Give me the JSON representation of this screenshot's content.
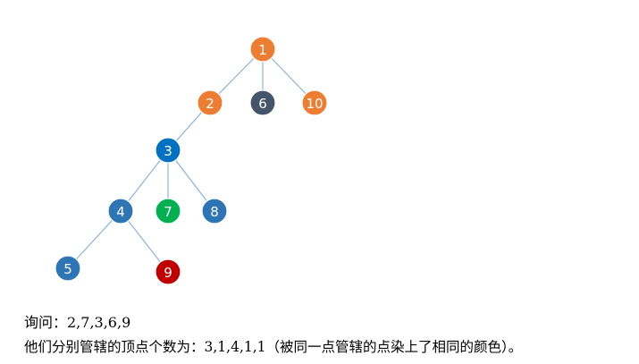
{
  "colors": {
    "orange": "#ed7d31",
    "slate": "#44546a",
    "blue": "#2e75b6",
    "deep_blue": "#0070c0",
    "green": "#00b050",
    "red": "#c00000",
    "edge": "#8ab3d8"
  },
  "tree": {
    "nodes": [
      {
        "id": "1",
        "label": "1",
        "color": "orange"
      },
      {
        "id": "2",
        "label": "2",
        "color": "orange"
      },
      {
        "id": "6",
        "label": "6",
        "color": "slate"
      },
      {
        "id": "10",
        "label": "10",
        "color": "orange"
      },
      {
        "id": "3",
        "label": "3",
        "color": "deep_blue"
      },
      {
        "id": "4",
        "label": "4",
        "color": "blue"
      },
      {
        "id": "7",
        "label": "7",
        "color": "green"
      },
      {
        "id": "8",
        "label": "8",
        "color": "blue"
      },
      {
        "id": "5",
        "label": "5",
        "color": "blue"
      },
      {
        "id": "9",
        "label": "9",
        "color": "red"
      }
    ],
    "edges": [
      [
        "1",
        "2"
      ],
      [
        "1",
        "6"
      ],
      [
        "1",
        "10"
      ],
      [
        "2",
        "3"
      ],
      [
        "3",
        "4"
      ],
      [
        "3",
        "7"
      ],
      [
        "3",
        "8"
      ],
      [
        "4",
        "5"
      ],
      [
        "4",
        "9"
      ]
    ]
  },
  "text": {
    "query": "询问：2,7,3,6,9",
    "answer": "他们分别管辖的顶点个数为：3,1,4,1,1（被同一点管辖的点染上了相同的颜色）。"
  }
}
